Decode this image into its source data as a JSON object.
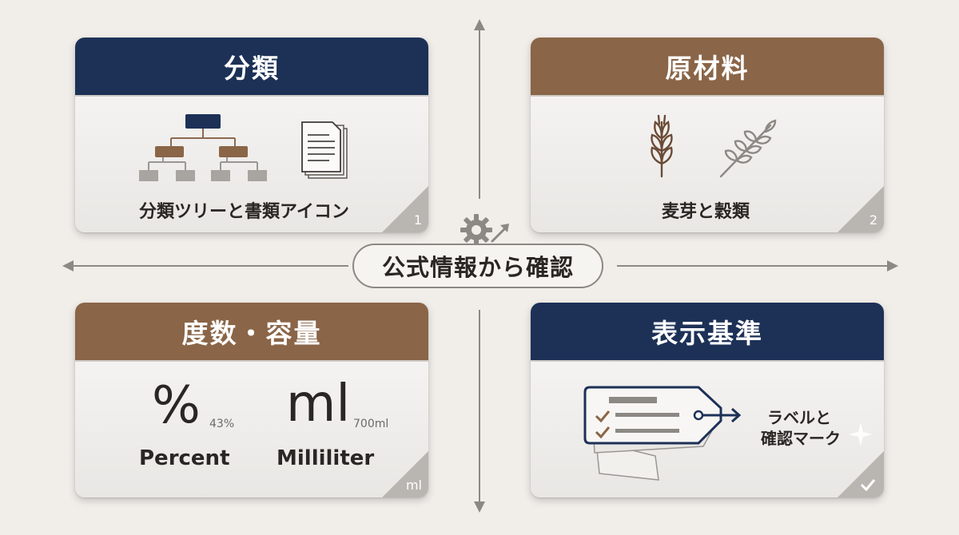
{
  "center": {
    "label": "公式情報から確認"
  },
  "cards": {
    "classification": {
      "title": "分類",
      "caption": "分類ツリーと書類アイコン",
      "number": "1"
    },
    "ingredients": {
      "title": "原材料",
      "caption": "麦芽と穀類",
      "number": "2"
    },
    "abv_volume": {
      "title": "度数・容量",
      "percent_symbol": "%",
      "percent_value": "43%",
      "percent_word": "Percent",
      "ml_symbol": "ml",
      "ml_value": "700ml",
      "ml_word": "Milliliter",
      "corner": "ml"
    },
    "labeling": {
      "title": "表示基準",
      "caption_line1": "ラベルと",
      "caption_line2": "確認マーク"
    }
  },
  "colors": {
    "navy": "#1d3157",
    "brown": "#8a6547",
    "axis": "#8c8883",
    "background": "#f1eeea"
  }
}
